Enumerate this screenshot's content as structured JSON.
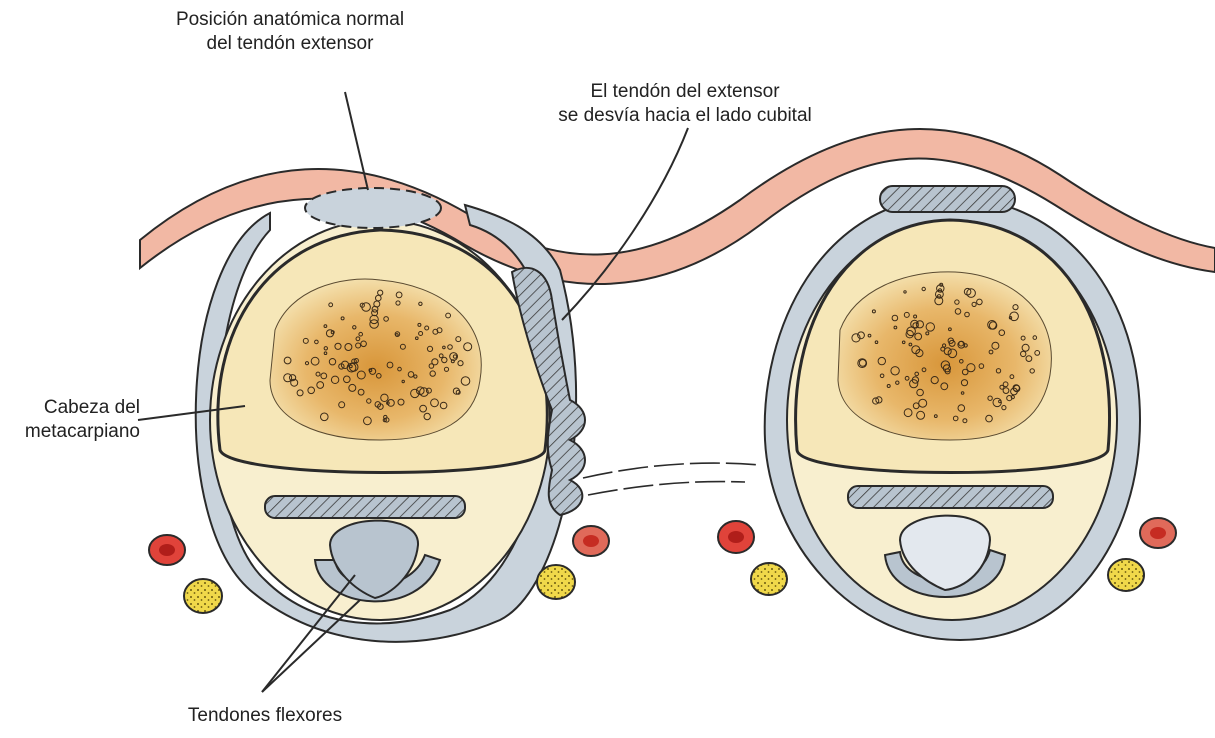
{
  "labels": {
    "normal_position": {
      "line1": "Posición anatómica normal",
      "line2": "del tendón extensor"
    },
    "deviated_tendon": {
      "line1": "El tendón del extensor",
      "line2": "se desvía hacia el lado cubital"
    },
    "metacarpal_head": {
      "line1": "Cabeza del",
      "line2": "metacarpiano"
    },
    "flexor_tendons": "Tendones flexores"
  },
  "colors": {
    "skin": "#f2b8a4",
    "capsule": "#c9d3dc",
    "bone_fill": "#f6e7b8",
    "bone_core": "#d89a3c",
    "tendon": "#b8c4cf",
    "artery": "#e0433a",
    "nerve": "#f0d84a",
    "outline": "#2a2a2a"
  }
}
